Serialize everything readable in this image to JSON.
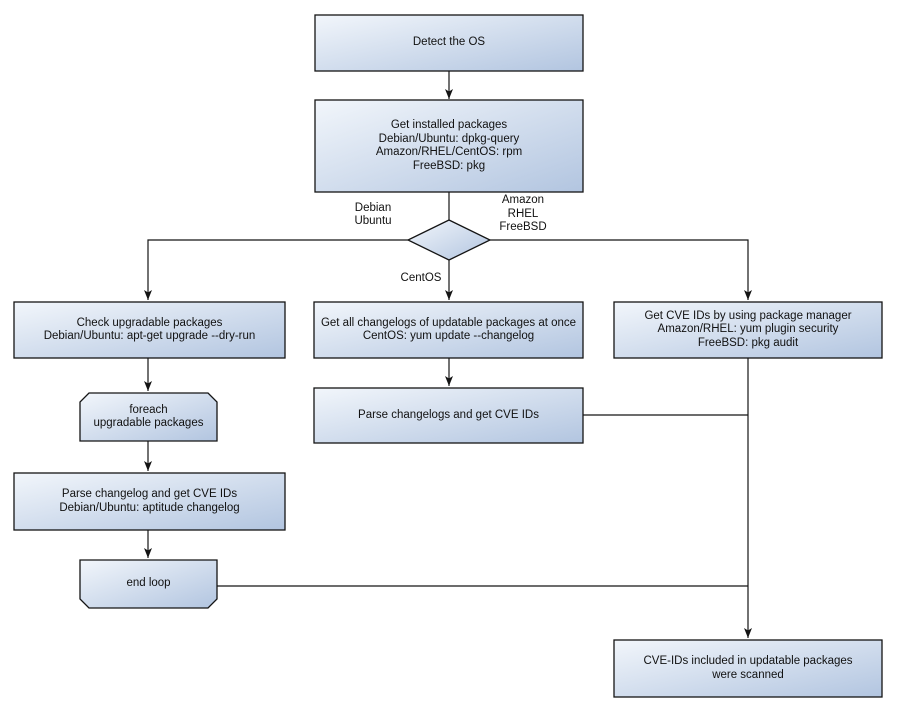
{
  "colors": {
    "node_fill_light": "#f2f6fb",
    "node_fill_dark": "#b2c5e0",
    "node_border": "#141414",
    "connector": "#141414",
    "text": "#111111",
    "background": "#ffffff"
  },
  "nodes": {
    "detect_os": {
      "label": "Detect the OS"
    },
    "get_installed_packages": {
      "label": "Get installed packages\nDebian/Ubuntu: dpkg-query\nAmazon/RHEL/CentOS: rpm\nFreeBSD: pkg"
    },
    "check_upgradable_packages": {
      "label": "Check upgradable packages\nDebian/Ubuntu: apt-get upgrade --dry-run"
    },
    "foreach_upgradable_packages": {
      "label": "foreach\nupgradable  packages"
    },
    "parse_changelog_get_cve": {
      "label": "Parse changelog and get  CVE IDs\nDebian/Ubuntu: aptitude changelog"
    },
    "end_loop": {
      "label": "end loop"
    },
    "get_all_changelogs": {
      "label": "Get all changelogs of updatable packages at once\nCentOS: yum update --changelog"
    },
    "parse_changelogs_get_cve": {
      "label": "Parse changelogs and get CVE IDs"
    },
    "get_cve_package_manager": {
      "label": "Get CVE IDs by using package manager\nAmazon/RHEL: yum plugin security\nFreeBSD: pkg audit"
    },
    "cve_ids_scanned": {
      "label": "CVE-IDs included in updatable packages\nwere scanned"
    }
  },
  "edge_labels": {
    "debian_ubuntu": "Debian\nUbuntu",
    "amazon_rhel_freebsd": "Amazon\nRHEL\nFreeBSD",
    "centos": "CentOS"
  }
}
